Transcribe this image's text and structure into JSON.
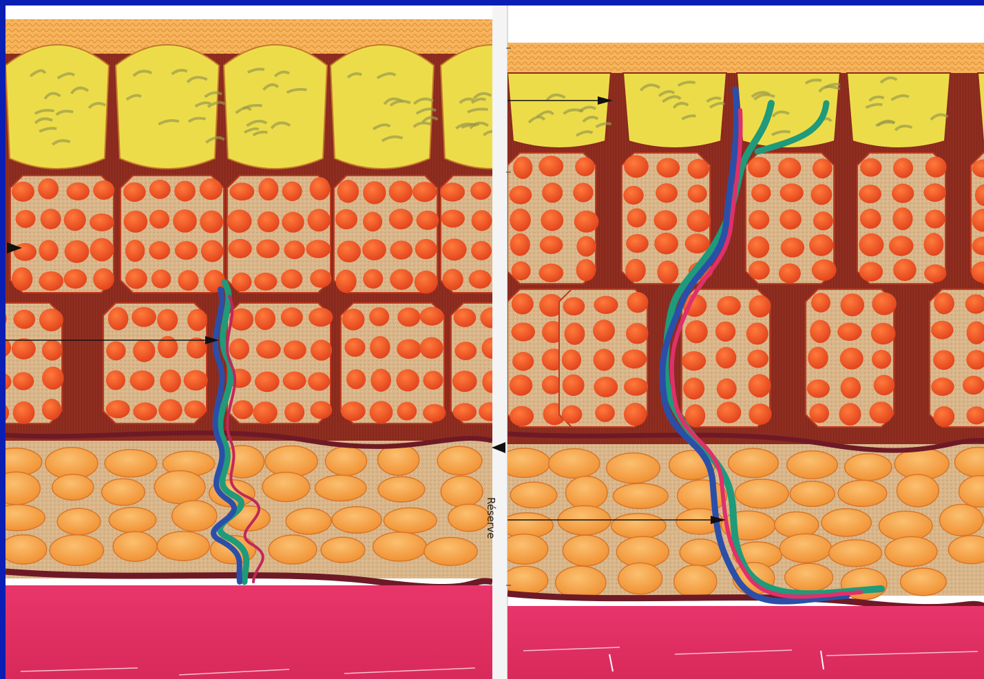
{
  "figure": {
    "panels": [
      {
        "id": "left",
        "fat_text": "",
        "caption": ""
      },
      {
        "id": "right",
        "fat_text": "",
        "caption": ""
      }
    ],
    "margin_label": "Réserve",
    "colors": {
      "background": "#0a1eb4",
      "epidermis_band": "#f29a3c",
      "superficial_lobules": "#eddc4a",
      "septa": "#8a2a1e",
      "fat_cells": "#f04a1c",
      "deep_fat": "#f7a443",
      "fascia_lines": "#6e1a26",
      "muscle": "#e8356a",
      "vessel_blue": "#2b4fa8",
      "vessel_red": "#e0306a",
      "vessel_green": "#1f9a7a"
    }
  }
}
